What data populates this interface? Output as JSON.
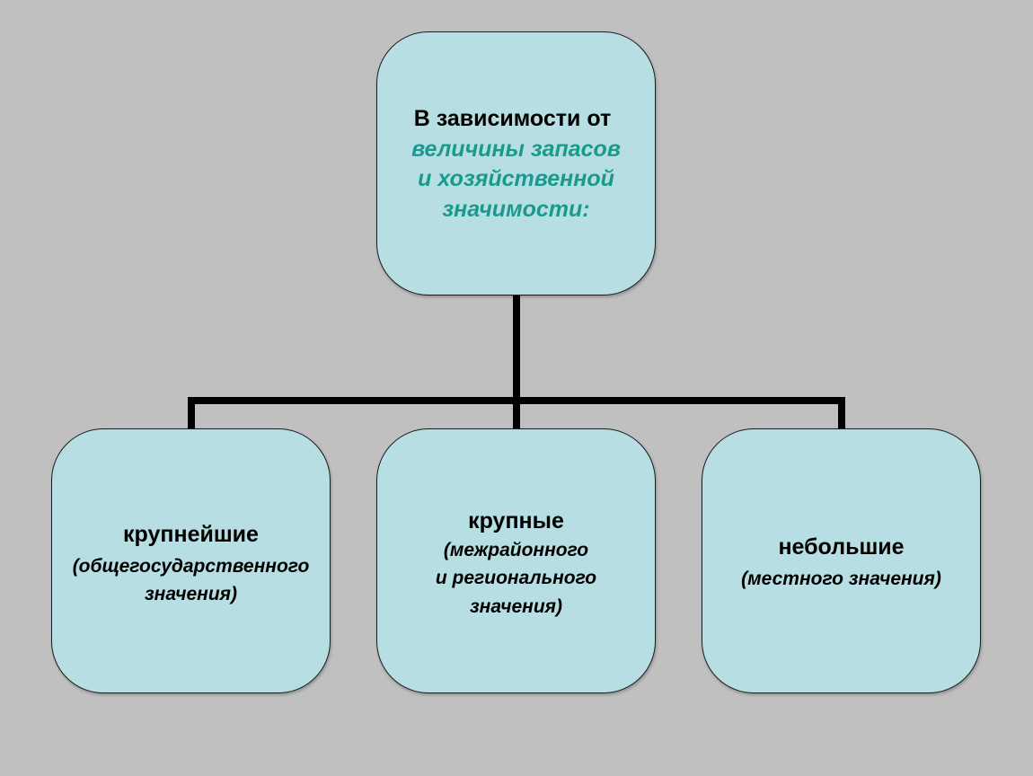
{
  "root": {
    "heading": "В зависимости от",
    "subtitle_lines": [
      "величины запасов",
      "и хозяйственной",
      "значимости:"
    ]
  },
  "children": [
    {
      "heading": "крупнейшие",
      "sub_lines": [
        "(общегосударственного",
        "значения)"
      ]
    },
    {
      "heading": "крупные",
      "sub_lines": [
        "(межрайонного",
        "и регионального",
        "значения)"
      ]
    },
    {
      "heading": "небольшие",
      "sub_lines": [
        "(местного значения)"
      ]
    }
  ],
  "colors": {
    "background": "#c0c0c0",
    "node_fill": "#b7dfe3",
    "node_border": "#1c1c1c",
    "accent_text": "#1a9a8f",
    "connector": "#000000"
  }
}
